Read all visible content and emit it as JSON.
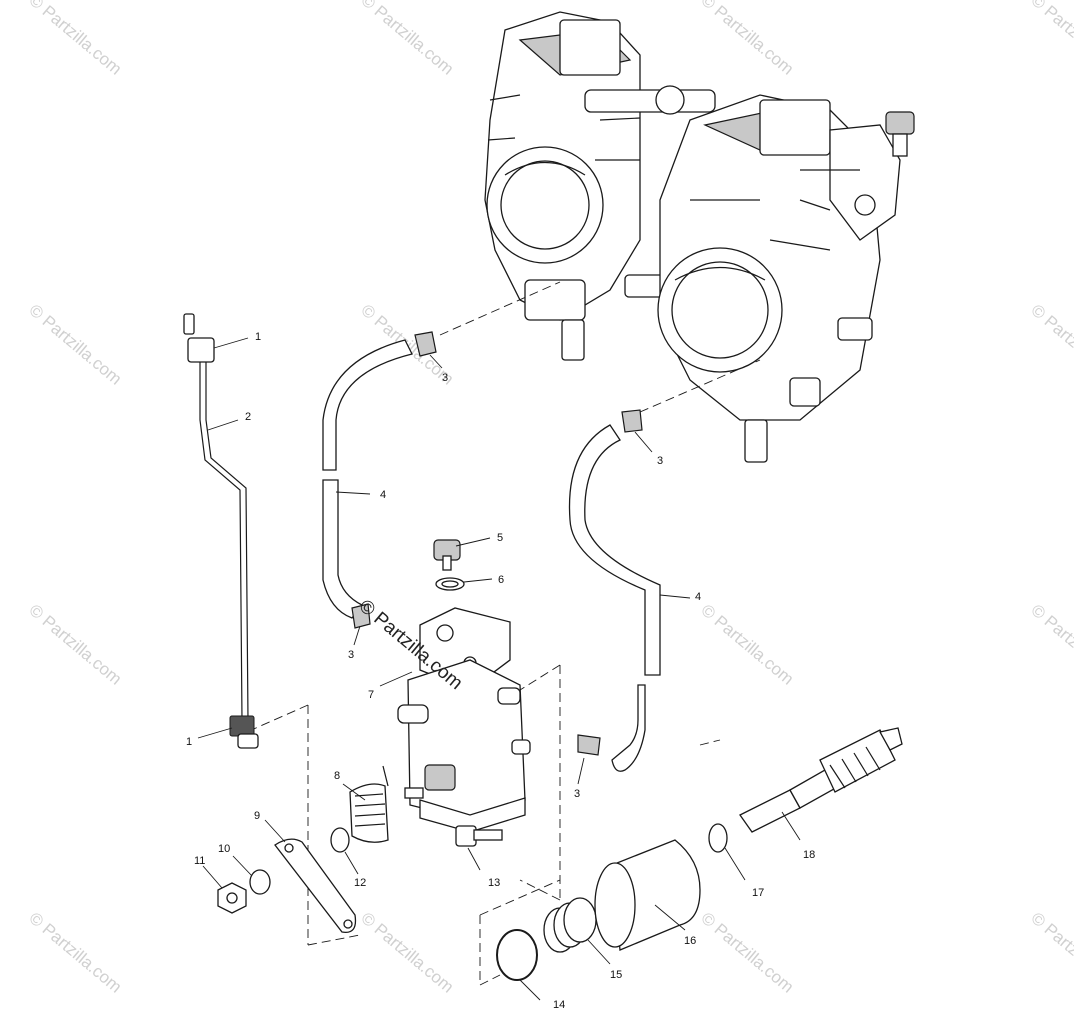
{
  "watermark": {
    "text": "© Partzilla.com",
    "center_text": "© Partzilla.com"
  },
  "callouts": [
    {
      "id": "c1a",
      "label": "1"
    },
    {
      "id": "c1b",
      "label": "1"
    },
    {
      "id": "c2",
      "label": "2"
    },
    {
      "id": "c3a",
      "label": "3"
    },
    {
      "id": "c3b",
      "label": "3"
    },
    {
      "id": "c3c",
      "label": "3"
    },
    {
      "id": "c3d",
      "label": "3"
    },
    {
      "id": "c4a",
      "label": "4"
    },
    {
      "id": "c4b",
      "label": "4"
    },
    {
      "id": "c5",
      "label": "5"
    },
    {
      "id": "c6",
      "label": "6"
    },
    {
      "id": "c7",
      "label": "7"
    },
    {
      "id": "c8",
      "label": "8"
    },
    {
      "id": "c9",
      "label": "9"
    },
    {
      "id": "c10",
      "label": "10"
    },
    {
      "id": "c11",
      "label": "11"
    },
    {
      "id": "c12",
      "label": "12"
    },
    {
      "id": "c13",
      "label": "13"
    },
    {
      "id": "c14",
      "label": "14"
    },
    {
      "id": "c15",
      "label": "15"
    },
    {
      "id": "c16",
      "label": "16"
    },
    {
      "id": "c17",
      "label": "17"
    },
    {
      "id": "c18",
      "label": "18"
    }
  ]
}
